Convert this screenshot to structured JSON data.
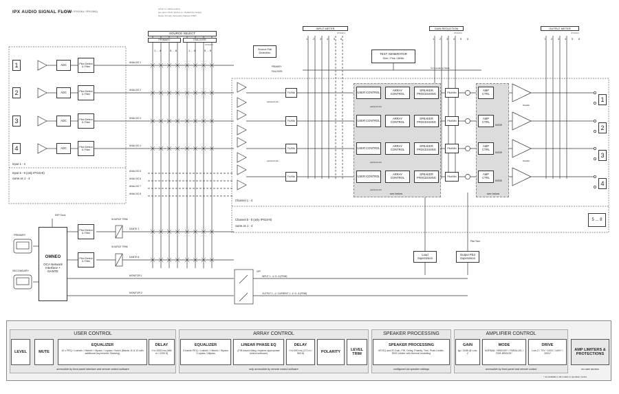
{
  "title": "IPX   AUDIO SIGNAL FLOW",
  "title_sub": "(IPX4K6 / IPX10K4 / IPX10K6)",
  "notes": [
    "option to / dante routing",
    "per input / OCA / web-ui on / default (for output)",
    "Dante: Primary  Secondary  Failover (DSP)"
  ],
  "source_select": {
    "title": "SOURCE SELECT",
    "primary": "PRIMARY",
    "failover": "FAILOVER",
    "ipx_note": "IPX10K4",
    "ranges": [
      "1 ... 4",
      "5 ... 8",
      "1 ... 4",
      "5 ... 8"
    ]
  },
  "source_fail": "Source Fail Detection",
  "source_fail_opts": [
    "PRIMARY",
    "FAILOVER"
  ],
  "meters": {
    "input": {
      "title": "INPUT METER",
      "note": "IPX10K4",
      "numbers": [
        "1",
        "2",
        "3",
        "4",
        "5",
        "6"
      ]
    },
    "gain": {
      "title": "GAIN REDUCTION",
      "note": "IPX10K4",
      "numbers": [
        "1",
        "2",
        "3",
        "4",
        "5",
        "6"
      ]
    },
    "output": {
      "title": "OUTPUT METER",
      "note": "IPX10K4",
      "numbers": [
        "1",
        "2",
        "3",
        "4",
        "5",
        "6"
      ]
    }
  },
  "test_generator": {
    "title": "TEST GENERATOR",
    "sub": "Sine / Pink / White"
  },
  "impedance_note": "for Impedance Meas.",
  "inputs": [
    {
      "num": "1",
      "adc": "ADC",
      "pilot": "Pilot Detect & Filter",
      "bus": "ANALOG 1"
    },
    {
      "num": "2",
      "adc": "ADC",
      "pilot": "Pilot Detect & Filter",
      "bus": "ANALOG 2"
    },
    {
      "num": "3",
      "adc": "ADC",
      "pilot": "Pilot Detect & Filter",
      "bus": "ANALOG 3"
    },
    {
      "num": "4",
      "adc": "ADC",
      "pilot": "Pilot Detect & Filter",
      "bus": "ANALOG 4"
    }
  ],
  "input_label": "Input 1 - 4",
  "input_more": "Input 5 - 8 (only IPX10-8)",
  "input_more_sub": "same as 1 - 4",
  "extra_buses": [
    "ANALOG 5",
    "ANALOG 6",
    "ANALOG 7",
    "ANALOG 8"
  ],
  "dante_buses": [
    "DANTE 1",
    "DANTE 8"
  ],
  "monitor_buses": [
    "MONITOR 1",
    "MONITOR 2"
  ],
  "channels": [
    {
      "user": "USER CONTROL",
      "array": "ARRAY CONTROL",
      "speaker": "SPEAKER PROCESSING",
      "amp": "AMP CTRL",
      "mode": "",
      "out": "1"
    },
    {
      "user": "USER CONTROL",
      "array": "ARRAY CONTROL",
      "speaker": "SPEAKER PROCESSING",
      "amp": "AMP CTRL",
      "mode": "MODE",
      "out": "2"
    },
    {
      "user": "USER CONTROL",
      "array": "ARRAY CONTROL",
      "speaker": "SPEAKER PROCESSING",
      "amp": "AMP CTRL",
      "mode": "MODE",
      "out": "3"
    },
    {
      "user": "USER CONTROL",
      "array": "ARRAY CONTROL",
      "speaker": "SPEAKER PROCESSING",
      "amp": "AMP CTRL",
      "mode": "MODE",
      "out": "4"
    }
  ],
  "fixmix": "Fix/Mix",
  "pilotmix": "Pilot/Mix",
  "optional_link": "optional Link",
  "parallel": "Parallel",
  "see_below": "see below",
  "channel_label": "Channel 1 - 4",
  "channel_more": "Channel 5 - 8 (only IPX10-8)",
  "channel_more_sub": "same as 1 - 4",
  "out_more": "5 ... 8",
  "network": {
    "primary": "PRIMARY",
    "secondary": "SECONDARY",
    "omneo": "OMNEO",
    "oca": "OCA Network Interface + DANTE",
    "dsp_clock": "DSP Clock",
    "source_trim": "SOURCE TRIM"
  },
  "dante_pilot": "Pilot Detect & Filter",
  "supervision": {
    "load": "Load Supervision",
    "output": "Output Pilot Supervision",
    "pilot_tone": "Pilot Tone"
  },
  "monitor_select": {
    "off": "OFF",
    "input": "INPUT 1...4 / 5...8 (PRIM)",
    "output": "OUTPUT 1...4 / CURRENT 1...4 / 5...8 (PRIM)"
  },
  "bottom": {
    "user_control": {
      "title": "USER CONTROL",
      "items": [
        {
          "label": "LEVEL",
          "sub": ""
        },
        {
          "label": "MUTE",
          "sub": ""
        },
        {
          "label": "EQUALIZER",
          "sub": "10 x PEQ / Loshelv / Hishelv / Hipass / Lopass / Notch (Bands 11 & 12 with additional Asymmetric Shelving)"
        },
        {
          "label": "DELAY",
          "sub": "0 to 2000 ms (686 m / 2250 ft)"
        }
      ],
      "note": "accessible by front panel interface and remote control software"
    },
    "array_control": {
      "title": "ARRAY CONTROL",
      "items": [
        {
          "label": "EQUALIZER",
          "sub": "5 bands PEQ / Loshelv / Hishelv / Hipass / Lopass / Allpass"
        },
        {
          "label": "LINEAR PHASE EQ",
          "sub": "(FIR based tilting, requires appropriate control software)"
        },
        {
          "label": "DELAY",
          "sub": "0 to 500 ms (172 m / 563 ft)"
        },
        {
          "label": "POLARITY",
          "sub": ""
        },
        {
          "label": "LEVEL TRIM",
          "sub": ""
        }
      ],
      "note": "only accessible by remote control software"
    },
    "speaker_processing": {
      "title": "SPEAKER PROCESSING",
      "items": [
        {
          "label": "SPEAKER PROCESSING",
          "sub": "IIR EQ and IR-Gain, FIR, Delay, Polarity, Trim, Peak Limiter, RMS Limiter with thermal modelling"
        }
      ],
      "note": "configured via speaker settings"
    },
    "amplifier_control": {
      "title": "AMPLIFIER CONTROL",
      "items": [
        {
          "label": "GAIN",
          "sub": "typ. 32dB @ Low-Z"
        },
        {
          "label": "MODE",
          "sub": "NORMAL / BRIDGE* / PARALLEL / PAR-BRIDGE*"
        },
        {
          "label": "DRIVE",
          "sub": "Low-Z / 70V / 100V / 140V* / 200V*"
        },
        {
          "label": "AMP LIMITERS & PROTECTIONS",
          "sub": ""
        }
      ],
      "note": "accessible by front panel and remote control",
      "note2": "no user access"
    },
    "footnote": "* not available in all models or operation modes"
  }
}
